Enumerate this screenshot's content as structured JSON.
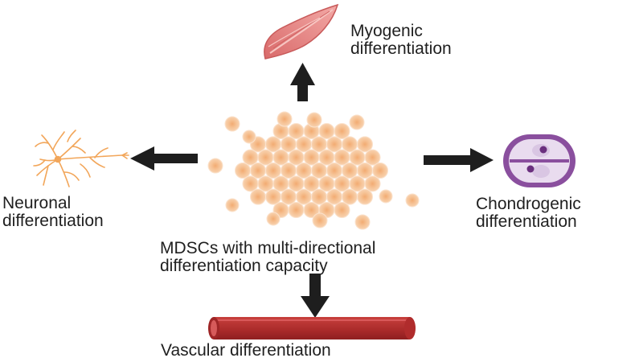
{
  "labels": {
    "myogenic": [
      "Myogenic",
      "differentiation"
    ],
    "neuronal": [
      "Neuronal",
      "differentiation"
    ],
    "chondrogenic": [
      "Chondrogenic",
      "differentiation"
    ],
    "mdsc": [
      "MDSCs with multi-directional",
      "differentiation capacity"
    ],
    "vascular": "Vascular differentiation"
  },
  "icons": {
    "center": "cell-cluster-icon",
    "top": "muscle-fiber-icon",
    "left": "neuron-icon",
    "right": "chondrocyte-icon",
    "bottom": "blood-vessel-icon"
  },
  "colors": {
    "cell_fill": "#f7c9a0",
    "cell_nucleus": "#f3b07a",
    "arrow": "#1e1e1e",
    "muscle": "#e58b8b",
    "neuron": "#f2a65a",
    "chondrocyte": "#8a4f9e",
    "vessel": "#b5302f"
  }
}
